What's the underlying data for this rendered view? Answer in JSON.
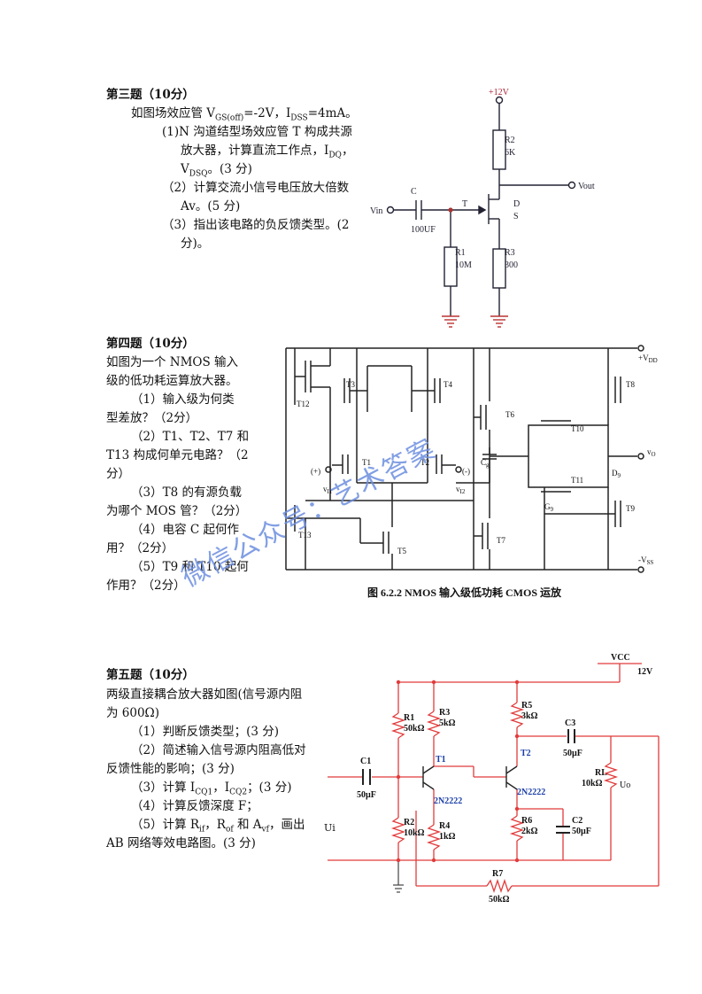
{
  "q3": {
    "title": "第三题（10分）",
    "intro_a": "如图场效应管 V",
    "intro_sub1": "GS(off)",
    "intro_b": "=-2V，I",
    "intro_sub2": "DSS",
    "intro_c": "=4mA。",
    "item1_l1": "(1)N 沟道结型场效应管 T 构成共源",
    "item1_l2": "放大器，计算直流工作点，I",
    "item1_sub_a": "DQ",
    "item1_l2_tail": "，",
    "item1_l3_a": "V",
    "item1_sub_b": "DSQ",
    "item1_l3_tail": "。(3 分)",
    "item2_l1": "（2）计算交流小信号电压放大倍数",
    "item2_l2": "Av。(5 分)",
    "item3_l1": "（3）指出该电路的负反馈类型。(2",
    "item3_l2": "分)。",
    "circuit": {
      "vcc": "+12V",
      "r2": "R2",
      "r2v": "6K",
      "vout": "Vout",
      "vin": "Vin",
      "c": "C",
      "t": "T",
      "d": "D",
      "s": "S",
      "cap": "100UF",
      "r1": "R1",
      "r1v": "10M",
      "r3": "R3",
      "r3v": "300"
    }
  },
  "q4": {
    "title": "第四题（10分）",
    "lines": [
      "如图为一个 NMOS 输入",
      "级的低功耗运算放大器。",
      "（1）输入级为何类",
      "型差放？（2分）",
      "（2）T1、T2、T7 和",
      "T13 构成何单元电路？（2",
      "分）",
      "（3）T8 的有源负载",
      "为哪个 MOS 管？（2分）",
      "（4）电容 C 起何作",
      "用？（2分）",
      "（5）T9 和 T10 起何",
      "作用？（2分）"
    ],
    "figure": {
      "caption": "图 6.2.2   NMOS 输入级低功耗 CMOS 运放",
      "vdd": "+V",
      "vdd_sub": "DD",
      "vss": "-V",
      "vss_sub": "SS",
      "vo": "v",
      "vo_sub": "O",
      "plus": "(+)",
      "minus": "(-)",
      "vi1": "v",
      "vi1_sub": "I1",
      "vi2": "v",
      "vi2_sub": "I2",
      "t12": "T12",
      "t3": "T3",
      "t4": "T4",
      "t6": "T6",
      "t8": "T8",
      "t1": "T1",
      "t2": "T2",
      "t10": "T10",
      "t11": "T11",
      "t9": "T9",
      "t13": "T13",
      "t5": "T5",
      "t7": "T7",
      "cg": "C",
      "cg_sub": "g",
      "dg": "D",
      "dg_sub": "9",
      "gg": "G",
      "gg_sub": "9"
    }
  },
  "q5": {
    "title": "第五题（10分）",
    "lines": [
      "两级直接耦合放大器如图(信号源内阻",
      "为 600Ω)",
      "（1）判断反馈类型；(3 分)",
      "（2）简述输入信号源内阻高低对",
      "反馈性能的影响；(3 分)",
      "（3）计算 I",
      "（4）计算反馈深度 F；",
      "（5）计算 R",
      "AB 网络等效电路图。(3 分)"
    ],
    "line6_sub1": "CQ1",
    "line6_mid": "，I",
    "line6_sub2": "CQ2",
    "line6_tail": "；(3 分)",
    "line8_sub1": "if",
    "line8_mid1": "，R",
    "line8_sub2": "of",
    "line8_mid2": " 和 A",
    "line8_sub3": "vf",
    "line8_tail": "，画出",
    "ui": "Ui",
    "circuit": {
      "vcc": "VCC",
      "v12": "12V",
      "r1": "R1",
      "r1v": "50kΩ",
      "r3": "R3",
      "r3v": "5kΩ",
      "r5": "R5",
      "r5v": "3kΩ",
      "c3": "C3",
      "c3v": "50µF",
      "t1": "T1",
      "t2": "T2",
      "c1": "C1",
      "c1v": "50µF",
      "rl": "RL",
      "rlv": "10kΩ",
      "uo": "Uo",
      "tr1": "2N2222",
      "tr2": "2N2222",
      "r2": "R2",
      "r2v": "10kΩ",
      "r4": "R4",
      "r4v": "1kΩ",
      "r6": "R6",
      "r6v": "2kΩ",
      "c2": "C2",
      "c2v": "50µF",
      "r7": "R7",
      "r7v": "50kΩ"
    }
  },
  "watermark": "微信公众号：艺术答案"
}
